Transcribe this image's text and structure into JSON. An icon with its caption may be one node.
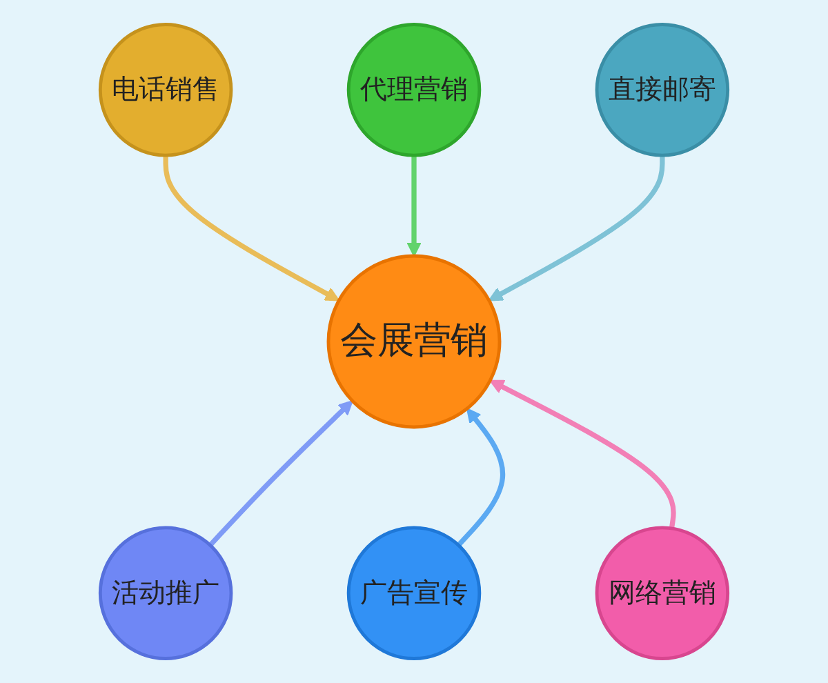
{
  "diagram": {
    "nodes": [
      {
        "text": [
          "电话销售"
        ]
      },
      {
        "text": [
          "代理营销"
        ]
      },
      {
        "text": [
          "直接邮寄"
        ]
      },
      {
        "text": [
          "会展营销"
        ]
      },
      {
        "text": [
          "活动推广"
        ]
      },
      {
        "text": [
          "广告宣传"
        ]
      },
      {
        "text": [
          "网络营销"
        ]
      }
    ],
    "edges": [
      {
        "from": 0,
        "to": 3,
        "arrow": "to",
        "color": "#e9bc58"
      },
      {
        "from": 1,
        "to": 3,
        "arrow": "to",
        "color": "#62d36c"
      },
      {
        "from": 2,
        "to": 3,
        "arrow": "to",
        "color": "#7ec2d6"
      },
      {
        "from": 4,
        "to": 3,
        "arrow": "to",
        "color": "#7f9bf6"
      },
      {
        "from": 5,
        "to": 3,
        "arrow": "to",
        "color": "#5ba9f2"
      },
      {
        "from": 6,
        "to": 3,
        "arrow": "to",
        "color": "#f27fb6"
      }
    ]
  }
}
